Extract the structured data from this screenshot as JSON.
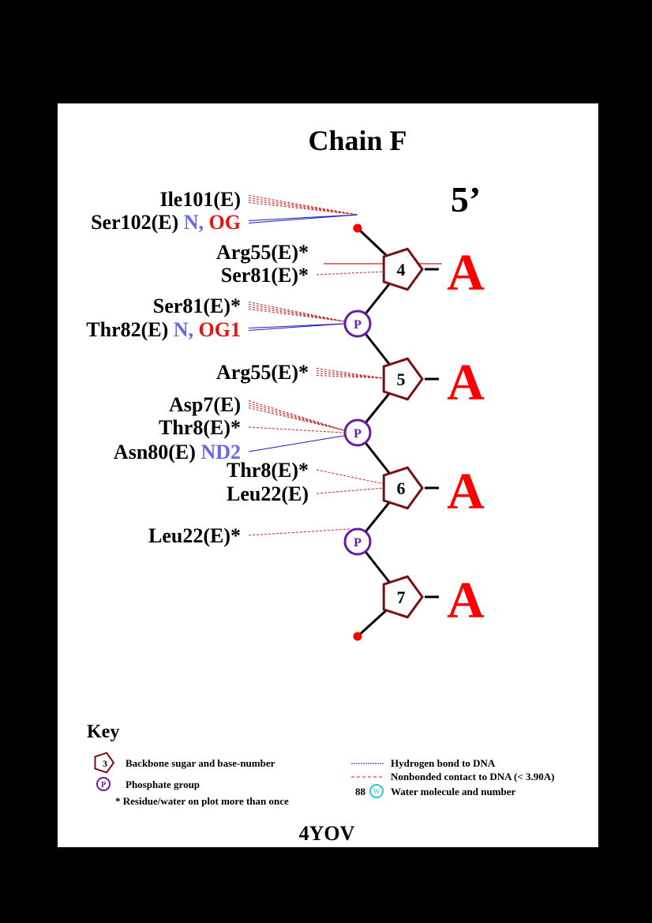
{
  "title": "Chain F",
  "end_label": "5’",
  "pdb_id": "4YOV",
  "colors": {
    "background": "#000000",
    "panel": "#ffffff",
    "sugar": "#7a0f0f",
    "phosphate": "#6a1aa8",
    "base": "#ff0000",
    "hbond": "#1a1acc",
    "nonbonded": "#cc2222",
    "donor_atom": "#6666ee",
    "acceptor_atom": "#ee1111",
    "water": "#22cccc"
  },
  "nucleotides": [
    {
      "number": "4",
      "base": "A"
    },
    {
      "number": "5",
      "base": "A"
    },
    {
      "number": "6",
      "base": "A"
    },
    {
      "number": "7",
      "base": "A"
    }
  ],
  "phosphate_label": "P",
  "residues": [
    {
      "name": "Ile101(E)",
      "atoms": []
    },
    {
      "name": "Ser102(E)",
      "atoms": [
        {
          "text": "N,",
          "type": "donor"
        },
        {
          "text": "OG",
          "type": "acceptor"
        }
      ]
    },
    {
      "name": "Arg55(E)*",
      "atoms": []
    },
    {
      "name": "Ser81(E)*",
      "atoms": []
    },
    {
      "name": "Ser81(E)*",
      "atoms": []
    },
    {
      "name": "Thr82(E)",
      "atoms": [
        {
          "text": "N,",
          "type": "donor"
        },
        {
          "text": "OG1",
          "type": "acceptor"
        }
      ]
    },
    {
      "name": "Arg55(E)*",
      "atoms": []
    },
    {
      "name": "Asp7(E)",
      "atoms": []
    },
    {
      "name": "Thr8(E)*",
      "atoms": []
    },
    {
      "name": "Asn80(E)",
      "atoms": [
        {
          "text": "ND2",
          "type": "donor"
        }
      ]
    },
    {
      "name": "Thr8(E)*",
      "atoms": []
    },
    {
      "name": "Leu22(E)",
      "atoms": []
    },
    {
      "name": "Leu22(E)*",
      "atoms": []
    }
  ],
  "key": {
    "title": "Key",
    "sugar_sample_number": "3",
    "sugar_text": "Backbone sugar and base-number",
    "phosphate_text": "Phosphate group",
    "repeat_text": "* Residue/water on plot more than once",
    "hbond_text": "Hydrogen bond to DNA",
    "nonbonded_text": "Nonbonded contact to DNA (< 3.90A)",
    "water_number": "88",
    "water_symbol": "W",
    "water_text": "Water molecule and number"
  }
}
